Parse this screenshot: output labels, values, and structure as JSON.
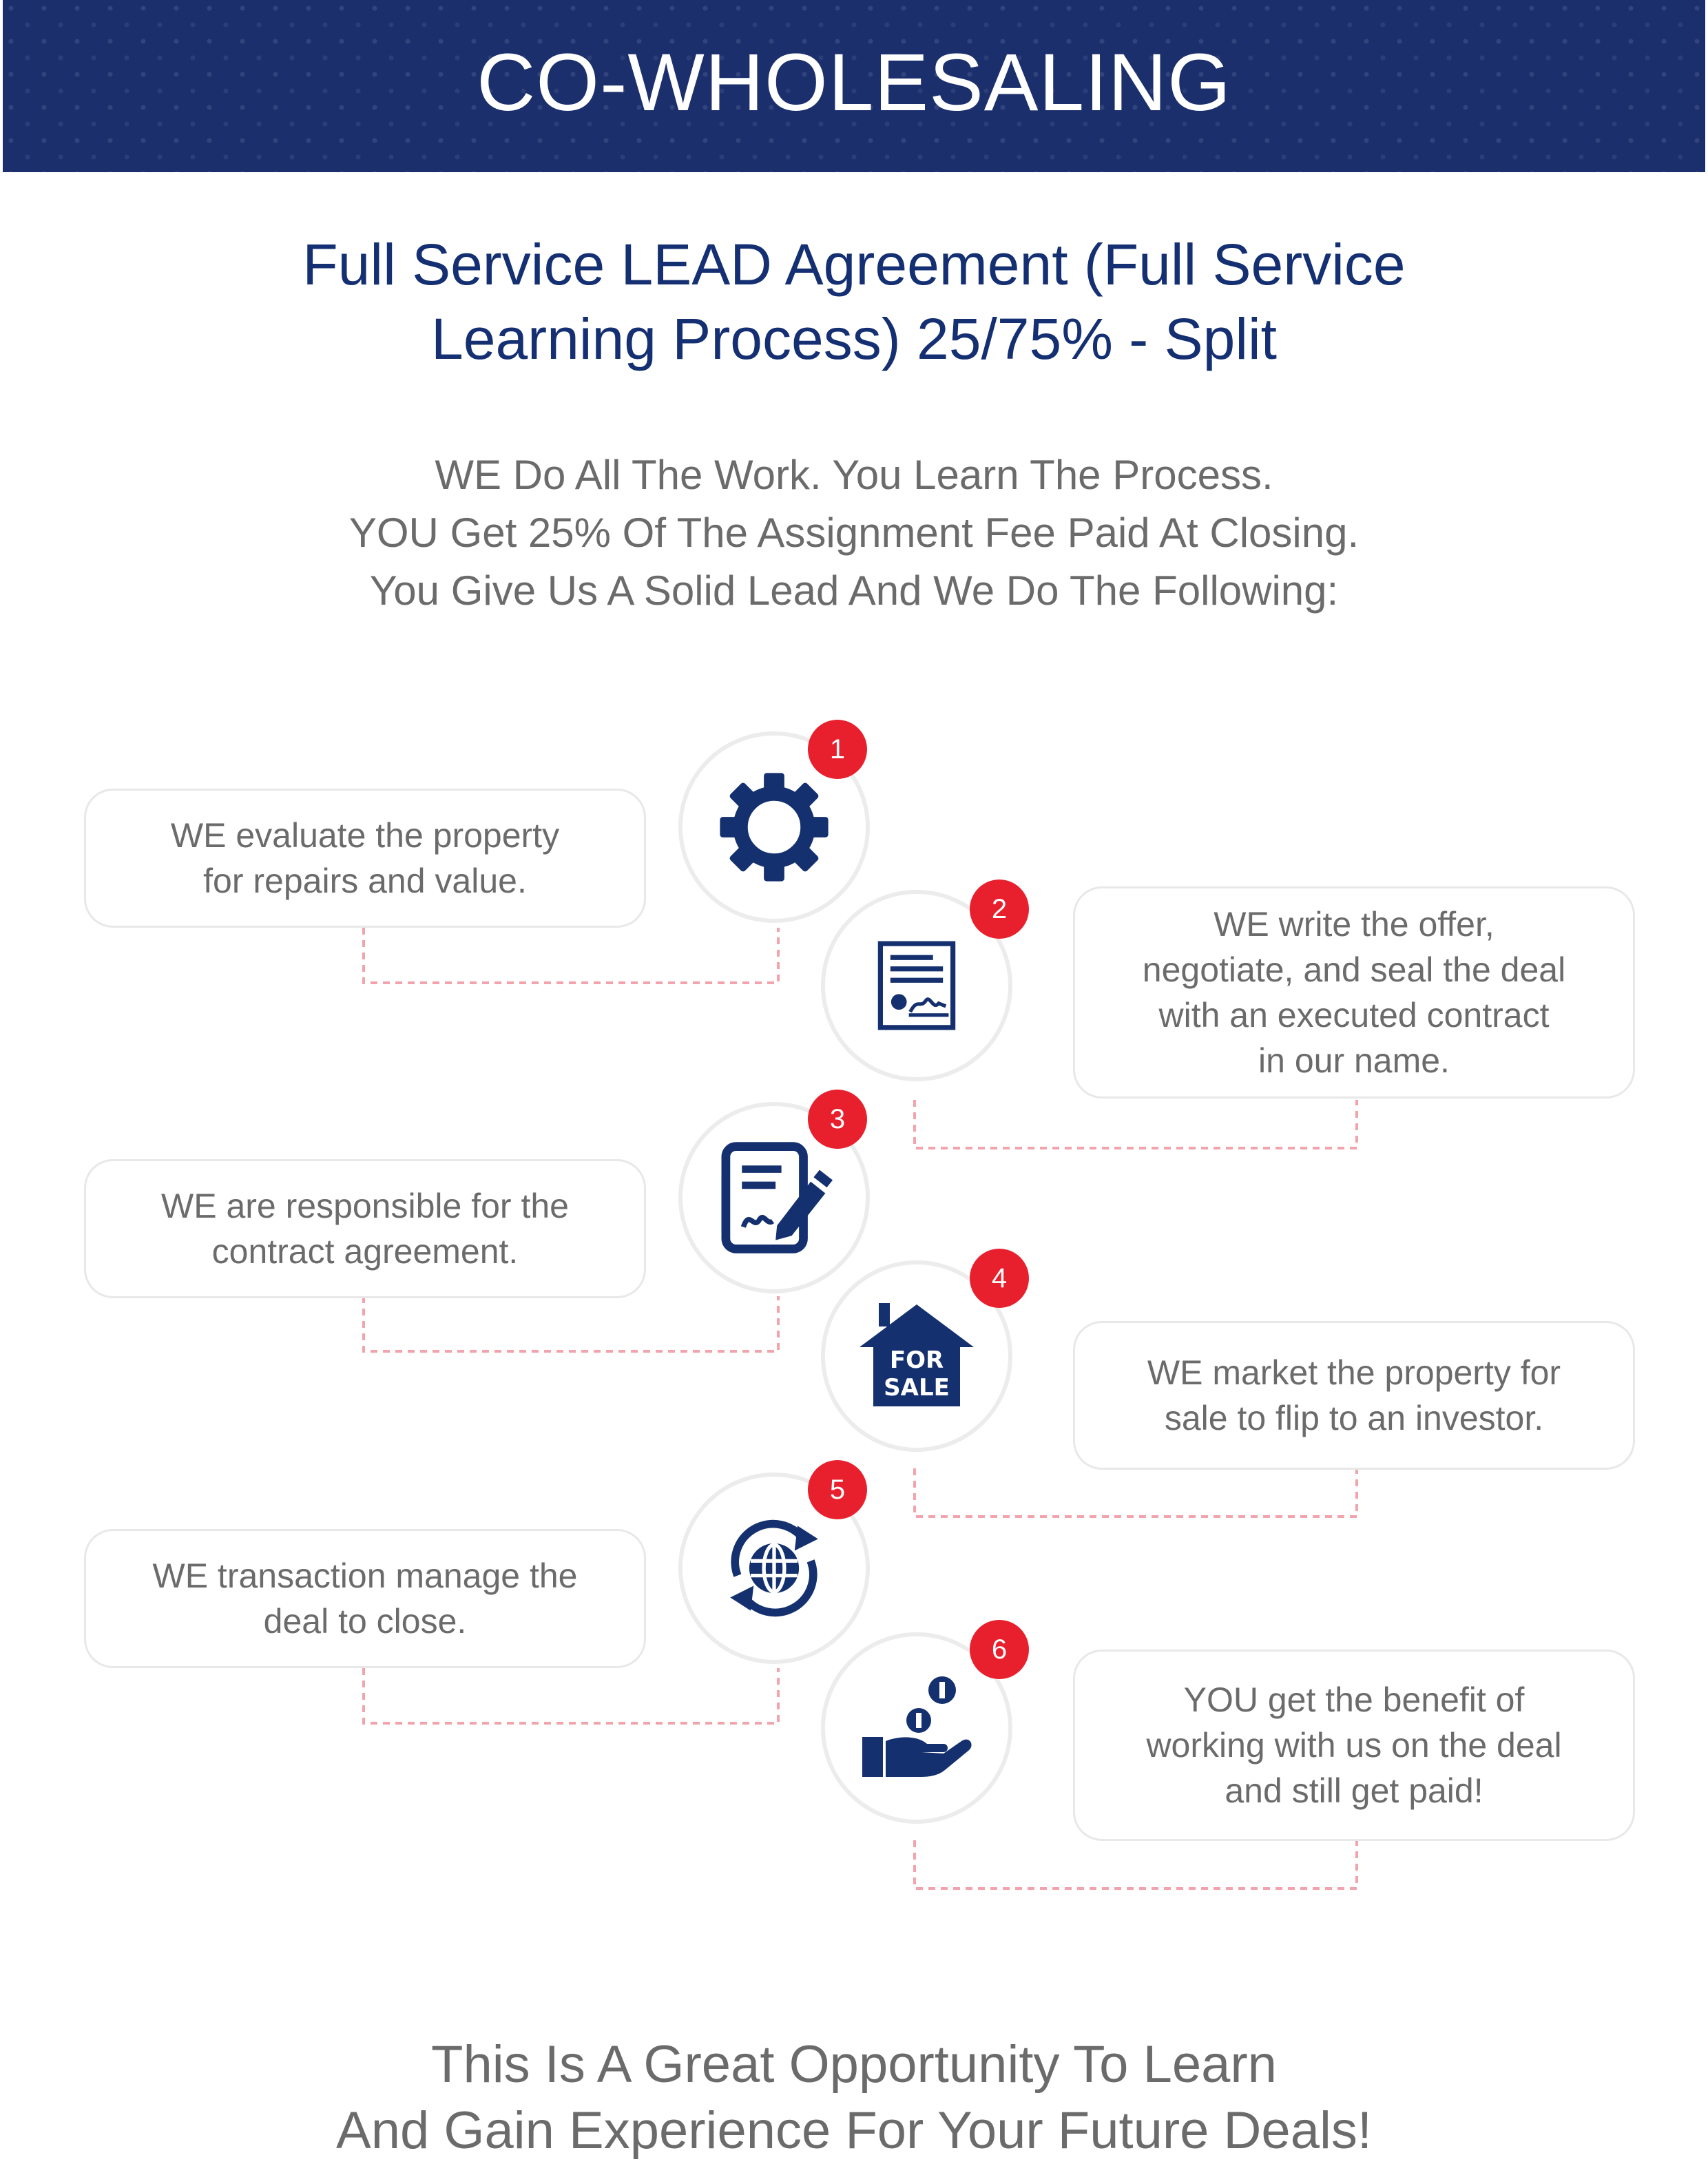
{
  "banner": {
    "title": "CO-WHOLESALING"
  },
  "subtitle": {
    "line1": "Full Service LEAD Agreement (Full Service",
    "line2": "Learning Process) 25/75% - Split"
  },
  "intro": {
    "line1": "WE Do All The Work. You Learn The Process.",
    "line2": "YOU Get 25% Of The Assignment Fee Paid At Closing.",
    "line3": "You Give Us A Solid Lead And We Do The Following:"
  },
  "steps": [
    {
      "number": "1",
      "icon": "gear-icon",
      "lines": [
        "WE  evaluate the property",
        "for repairs and value."
      ]
    },
    {
      "number": "2",
      "icon": "contract-document-icon",
      "lines": [
        "WE  write the offer,",
        "negotiate, and seal the deal",
        "with an executed contract",
        "in our name."
      ]
    },
    {
      "number": "3",
      "icon": "signing-pen-icon",
      "lines": [
        "WE  are responsible for the",
        "contract agreement."
      ]
    },
    {
      "number": "4",
      "icon": "for-sale-house-icon",
      "icon_text": [
        "FOR",
        "SALE"
      ],
      "lines": [
        "WE  market the property for",
        "sale to flip to an investor."
      ]
    },
    {
      "number": "5",
      "icon": "globe-refresh-icon",
      "lines": [
        "WE  transaction manage the",
        "deal to close."
      ]
    },
    {
      "number": "6",
      "icon": "coins-hand-icon",
      "lines": [
        "YOU  get the benefit of",
        "working with us on the deal",
        "and still get paid!"
      ]
    }
  ],
  "outro": {
    "line1": "This Is A Great Opportunity To Learn",
    "line2": "And Gain Experience For Your Future Deals!"
  },
  "colors": {
    "banner": "#1b2f6d",
    "heading": "#142f72",
    "body_text": "#6b6b6b",
    "badge": "#e8202d",
    "icon": "#14306f",
    "connector": "#f2a3ab"
  }
}
